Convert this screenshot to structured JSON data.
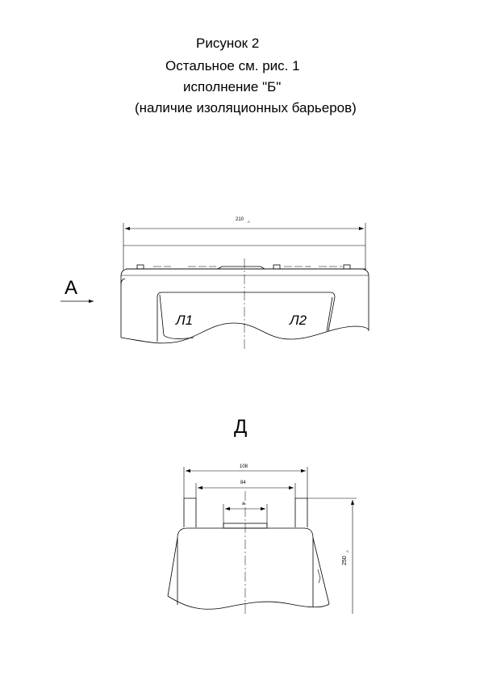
{
  "caption": {
    "line1": "Рисунок 2",
    "line2": "Остальное см. рис. 1",
    "line3": "исполнение \"Б\"",
    "line4": "(наличие изоляционных барьеров)"
  },
  "view_front": {
    "dim_width_main": "210",
    "dim_width_tol": "-2",
    "arrow_label": "А",
    "terminal_left": "Л1",
    "terminal_right": "Л2"
  },
  "view_side": {
    "label": "Д",
    "dim_outer": "108",
    "dim_inner": "84",
    "dim_terminal": "a",
    "dim_height_main": "250",
    "dim_height_tol": "-2"
  }
}
